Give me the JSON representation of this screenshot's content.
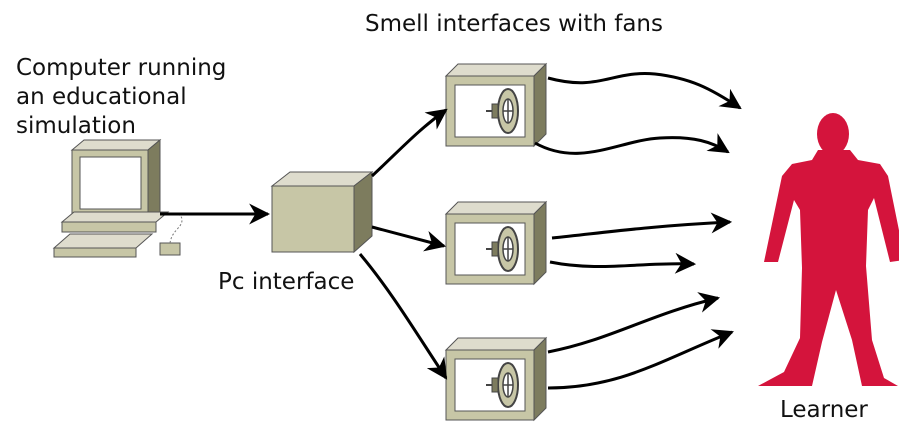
{
  "labels": {
    "computer": [
      "Computer running",
      "an educational",
      "simulation"
    ],
    "smell": "Smell interfaces with fans",
    "pc_interface": "Pc interface",
    "learner": "Learner"
  },
  "colors": {
    "device_fill": "#c7c6a6",
    "device_dark": "#7d7c5e",
    "device_light": "#dedccd",
    "learner": "#d4143c",
    "arrow": "#000000"
  },
  "icons": [
    "computer-icon",
    "interface-box-icon",
    "fan-icon",
    "person-icon"
  ]
}
